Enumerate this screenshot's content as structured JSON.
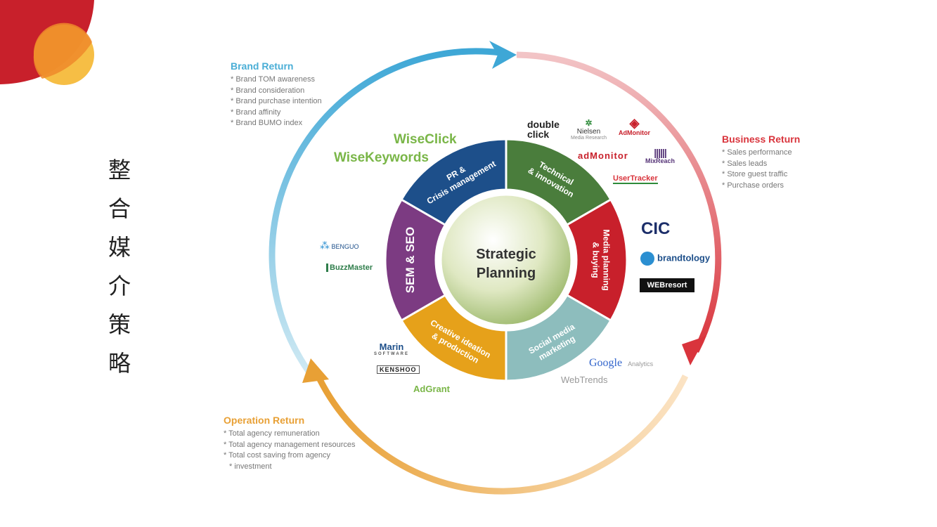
{
  "page_title": [
    "整",
    "合",
    "媒",
    "介",
    "策",
    "略"
  ],
  "center_label": [
    "Strategic",
    "Planning"
  ],
  "segments": [
    {
      "lines": [
        "Technical",
        "& innovation"
      ],
      "color": "#4a7d3c"
    },
    {
      "lines": [
        "Media planning",
        "& buying"
      ],
      "color": "#c8202b"
    },
    {
      "lines": [
        "Social media",
        "marketing"
      ],
      "color": "#8dbdbd"
    },
    {
      "lines": [
        "Creative ideation",
        "& production"
      ],
      "color": "#e6a11a"
    },
    {
      "lines": [
        "SEM & SEO"
      ],
      "color": "#7c3b82"
    },
    {
      "lines": [
        "PR &",
        "Crisis management"
      ],
      "color": "#1d4f8a"
    }
  ],
  "returns": {
    "brand": {
      "title": "Brand Return",
      "color": "#4aaed6",
      "items": [
        "Brand TOM awareness",
        "Brand consideration",
        "Brand purchase intention",
        "Brand affinity",
        "Brand BUMO index"
      ]
    },
    "business": {
      "title": "Business Return",
      "color": "#d9343c",
      "items": [
        "Sales performance",
        "Sales leads",
        "Store guest traffic",
        "Purchase orders"
      ]
    },
    "operation": {
      "title": "Operation Return",
      "color": "#e8a035",
      "items": [
        "Total agency remuneration",
        "Total agency management resources",
        "Total cost saving from agency",
        "investment"
      ]
    }
  },
  "logos": {
    "wiseclick": "WiseClick",
    "wisekeywords": "WiseKeywords",
    "doubleclick": "double click",
    "nielsen": "Nielsen",
    "nielsen_sub": "Media Research",
    "admonitor": "AdMonitor",
    "admonitor2": "adMonitor",
    "mixreach": "MixReach",
    "usertracker": "UserTracker",
    "cic": "CIC",
    "brandtology": "brandtology",
    "webresort": "WEBresort",
    "google": "Google",
    "analytics": "Analytics",
    "webtrends": "WebTrends",
    "marin": "Marin",
    "marin_sub": "SOFTWARE",
    "kenshoo": "KENSHOO",
    "adgrant": "AdGrant",
    "bengu": "BENGUO",
    "buzzmaster": "BuzzMaster"
  }
}
